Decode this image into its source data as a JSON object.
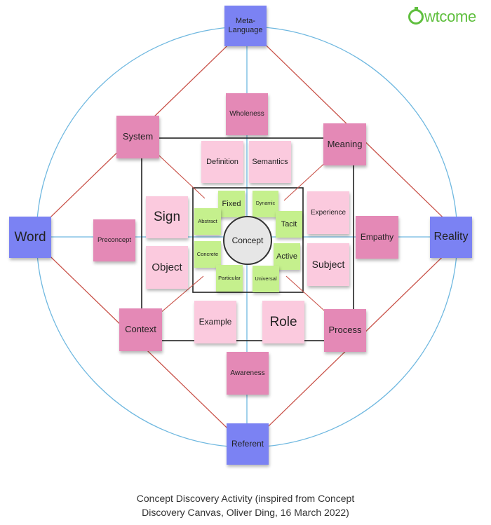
{
  "logo": {
    "text": "wtcome",
    "color": "#5fbf3e"
  },
  "caption": {
    "line1": "Concept Discovery Activity (inspired from Concept",
    "line2": "Discovery Canvas, Oliver Ding, 16 March 2022)"
  },
  "colors": {
    "blue": "#7b82f3",
    "dark_pink": "#e489b6",
    "light_pink": "#fbcade",
    "green": "#c5f08d",
    "blue_line": "#6fb8e0",
    "red_line": "#c9534a",
    "square": "#222222"
  },
  "center": {
    "label": "Concept"
  },
  "poles": {
    "top": "Meta-\nLanguage",
    "left": "Word",
    "right": "Reality",
    "bottom": "Referent"
  },
  "corners": {
    "system": "System",
    "meaning": "Meaning",
    "context": "Context",
    "process": "Process"
  },
  "axis_notes": {
    "wholeness": "Wholeness",
    "preconcept": "Preconcept",
    "empathy": "Empathy",
    "awareness": "Awareness"
  },
  "inner_notes": {
    "definition": "Definition",
    "semantics": "Semantics",
    "sign": "Sign",
    "object": "Object",
    "experience": "Experience",
    "subject": "Subject",
    "example": "Example",
    "role": "Role"
  },
  "aspects": {
    "fixed": "Fixed",
    "dynamic": "Dynamic",
    "abstract": "Abstract",
    "tacit": "Tacit",
    "concrete": "Concrete",
    "active": "Active",
    "particular": "Particular",
    "universal": "Universal"
  }
}
